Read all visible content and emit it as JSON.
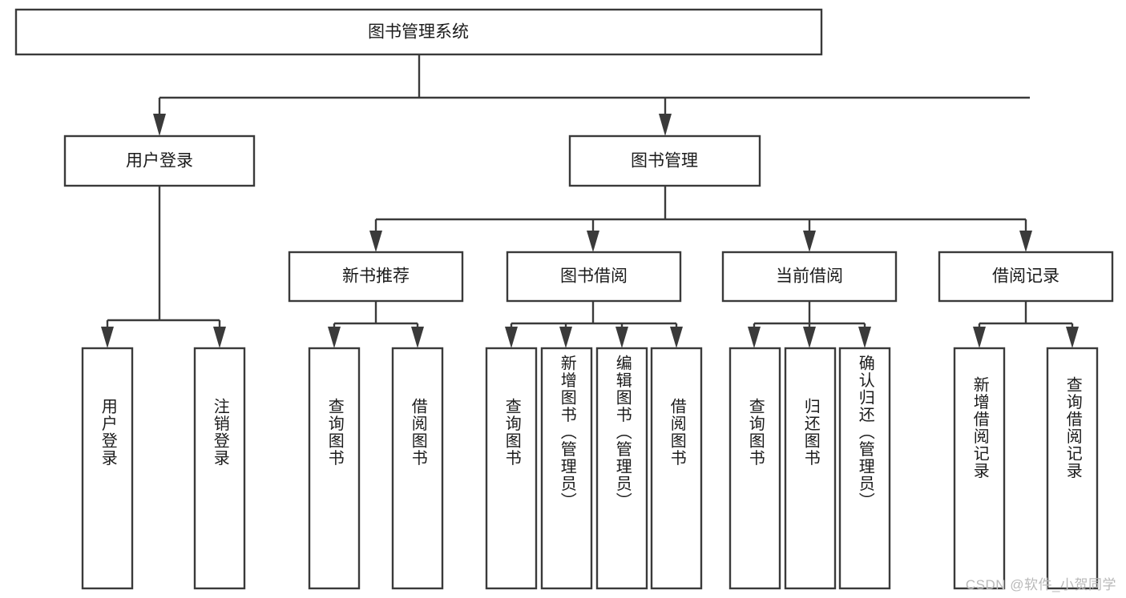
{
  "diagram": {
    "title": "图书管理系统",
    "type": "tree-hierarchy",
    "watermark": "CSDN @软件_小贺同学",
    "colors": {
      "stroke": "#3a3a3a",
      "box_fill": "#ffffff",
      "text": "#1b1b1b",
      "background": "#ffffff",
      "watermark": "#b9b9b9"
    },
    "root": {
      "label": "图书管理系统"
    },
    "level2": [
      {
        "label": "用户登录"
      },
      {
        "label": "图书管理"
      }
    ],
    "level3": [
      {
        "label": "新书推荐"
      },
      {
        "label": "图书借阅"
      },
      {
        "label": "当前借阅"
      },
      {
        "label": "借阅记录"
      }
    ],
    "leaves": {
      "user_login": [
        {
          "label": "用户登录"
        },
        {
          "label": "注销登录"
        }
      ],
      "new_book_recommend": [
        {
          "label": "查询图书"
        },
        {
          "label": "借阅图书"
        }
      ],
      "book_borrow": [
        {
          "label": "查询图书"
        },
        {
          "label": "新增图书（管理员）"
        },
        {
          "label": "编辑图书（管理员）"
        },
        {
          "label": "借阅图书"
        }
      ],
      "current_borrow": [
        {
          "label": "查询图书"
        },
        {
          "label": "归还图书"
        },
        {
          "label": "确认归还（管理员）"
        }
      ],
      "borrow_record": [
        {
          "label": "新增借阅记录"
        },
        {
          "label": "查询借阅记录"
        }
      ]
    }
  }
}
